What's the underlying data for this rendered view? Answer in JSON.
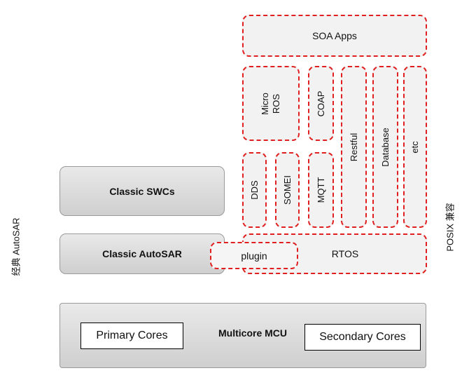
{
  "left_axis_label": "经典 AutoSAR",
  "right_axis_label": "POSIX 兼容",
  "classic": {
    "swcs": "Classic SWCs",
    "autosar": "Classic AutoSAR"
  },
  "soa_apps": "SOA Apps",
  "middleware": {
    "micro_ros_line1": "Micro",
    "micro_ros_line2": "ROS",
    "coap": "COAP",
    "restful": "Restful",
    "database": "Database",
    "etc": "etc",
    "dds": "DDS",
    "somei": "SOMEI",
    "mqtt": "MQTT"
  },
  "rtos": "RTOS",
  "plugin": "plugin",
  "mcu": {
    "label": "Multicore MCU",
    "primary": "Primary Cores",
    "secondary": "Secondary Cores"
  },
  "colors": {
    "dashed_border": "#e02020",
    "gray_box": "#d8d8d8"
  }
}
